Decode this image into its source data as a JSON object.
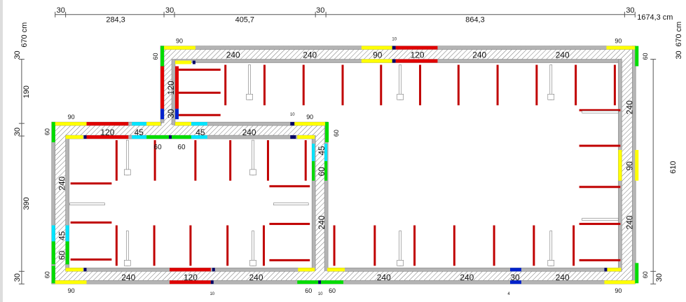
{
  "dimensions": {
    "top": [
      "30",
      "284,3",
      "30",
      "405,7",
      "30",
      "864,3",
      "30",
      "1674,3 cm"
    ],
    "left": [
      "670 cm",
      "30",
      "190",
      "30",
      "390",
      "30"
    ],
    "right": [
      "670 cm",
      "30",
      "610",
      "30"
    ]
  },
  "wall_labels": [
    "240",
    "240",
    "90",
    "120",
    "240",
    "240",
    "90",
    "90",
    "10",
    "60",
    "120",
    "30",
    "90",
    "120",
    "45",
    "45",
    "240",
    "90",
    "60",
    "60",
    "10",
    "60",
    "240",
    "45",
    "60",
    "60",
    "45",
    "60",
    "240",
    "60",
    "240",
    "120",
    "240",
    "240",
    "240",
    "30",
    "240",
    "90",
    "60",
    "60",
    "90",
    "10",
    "10",
    "4",
    "60",
    "240",
    "90",
    "240",
    "60"
  ],
  "colors": {
    "window": "#ffff00",
    "door": "#e00000",
    "cyan": "#00e5ff",
    "green": "#00dd00",
    "blue": "#0022cc",
    "navy": "#000066",
    "wall_face": "#b4b4b4",
    "fixture": "#c00000"
  }
}
